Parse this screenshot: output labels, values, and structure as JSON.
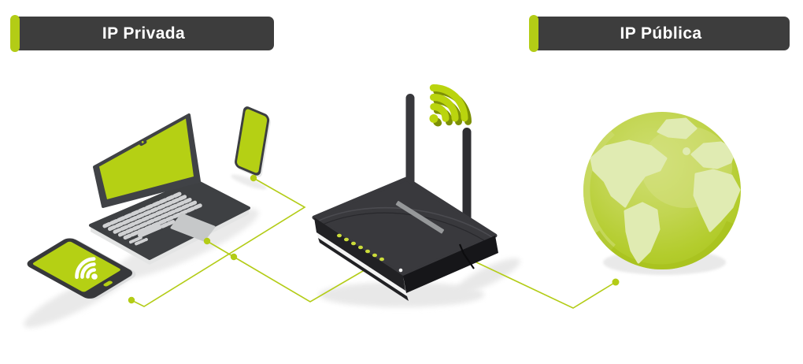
{
  "page": {
    "background_color": "#ffffff",
    "description": "Isometric network diagram comparing private and public IP addresses"
  },
  "badges": {
    "private": {
      "label": "IP Privada",
      "background": "#3d3d3d",
      "text_color": "#ffffff",
      "accent_color": "#b3cc16"
    },
    "public": {
      "label": "IP Pública",
      "background": "#3d3d3d",
      "text_color": "#ffffff",
      "accent_color": "#b3cc16"
    }
  },
  "diagram": {
    "zones": [
      {
        "id": "private",
        "label": "IP Privada",
        "devices": [
          "laptop",
          "smartphone",
          "tablet"
        ]
      },
      {
        "id": "public",
        "label": "IP Pública",
        "devices": [
          "internet-globe"
        ]
      }
    ],
    "nodes": [
      {
        "id": "laptop",
        "type": "laptop"
      },
      {
        "id": "smartphone",
        "type": "smartphone"
      },
      {
        "id": "tablet",
        "type": "tablet",
        "icon": "wifi-icon"
      },
      {
        "id": "router",
        "type": "wifi-router",
        "antennas": 2,
        "green_leds": 7,
        "white_leds": 1,
        "icon": "wifi-icon"
      },
      {
        "id": "internet-globe",
        "type": "globe"
      }
    ],
    "connections": [
      {
        "from": "laptop",
        "to": "router"
      },
      {
        "from": "smartphone",
        "to": "router"
      },
      {
        "from": "tablet",
        "to": "router"
      },
      {
        "from": "router",
        "to": "internet-globe"
      }
    ]
  },
  "colors": {
    "accent_green": "#b3cc16",
    "screen_green": "#b5d014",
    "wifi_green": "#bad40e",
    "wifi_green_shadow": "#7d9005",
    "led_green": "#ccdd3a",
    "device_dark": "#3e4043",
    "router_black": "#212124",
    "key_gray": "#d0d1d3",
    "badge_bg": "#3d3d3d",
    "badge_text": "#ffffff",
    "globe_base": "#b3cc2c",
    "globe_land": "#e0ebb2",
    "shadow_gray": "#e9e9e9"
  }
}
